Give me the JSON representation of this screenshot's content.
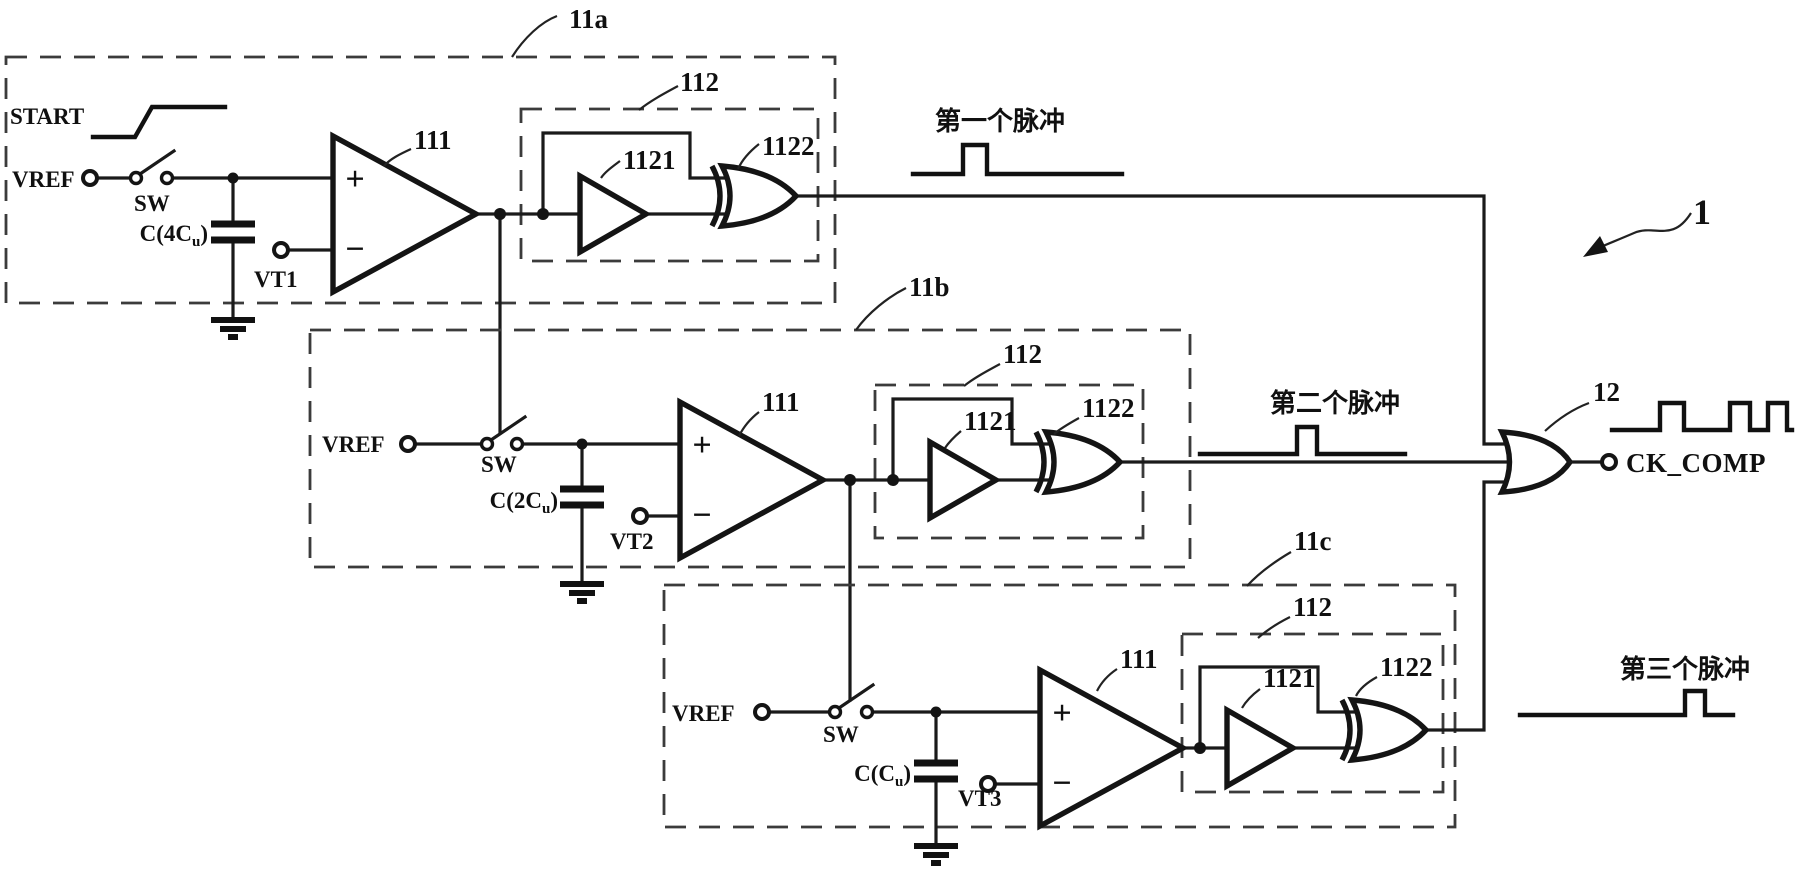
{
  "symbols": {
    "plus": "+",
    "minus": "−"
  },
  "figure": {
    "ref": "1"
  },
  "or_gate": {
    "ref": "12",
    "output_label": "CK_COMP"
  },
  "blocks": [
    {
      "ref": "11a",
      "start_label": "START",
      "vref_label": "VREF",
      "switch_label": "SW",
      "cap_prefix": "C(4C",
      "cap_sub": "u",
      "cap_suffix": ")",
      "vt_label": "VT1",
      "comparator_ref": "111",
      "pulse_gen_ref": "112",
      "buffer_ref": "1121",
      "xor_ref": "1122",
      "pulse_label": "第一个脉冲"
    },
    {
      "ref": "11b",
      "vref_label": "VREF",
      "switch_label": "SW",
      "cap_prefix": "C(2C",
      "cap_sub": "u",
      "cap_suffix": ")",
      "vt_label": "VT2",
      "comparator_ref": "111",
      "pulse_gen_ref": "112",
      "buffer_ref": "1121",
      "xor_ref": "1122",
      "pulse_label": "第二个脉冲"
    },
    {
      "ref": "11c",
      "vref_label": "VREF",
      "switch_label": "SW",
      "cap_prefix": "C(C",
      "cap_sub": "u",
      "cap_suffix": ")",
      "vt_label": "VT3",
      "comparator_ref": "111",
      "pulse_gen_ref": "112",
      "buffer_ref": "1121",
      "xor_ref": "1122",
      "pulse_label": "第三个脉冲"
    }
  ]
}
